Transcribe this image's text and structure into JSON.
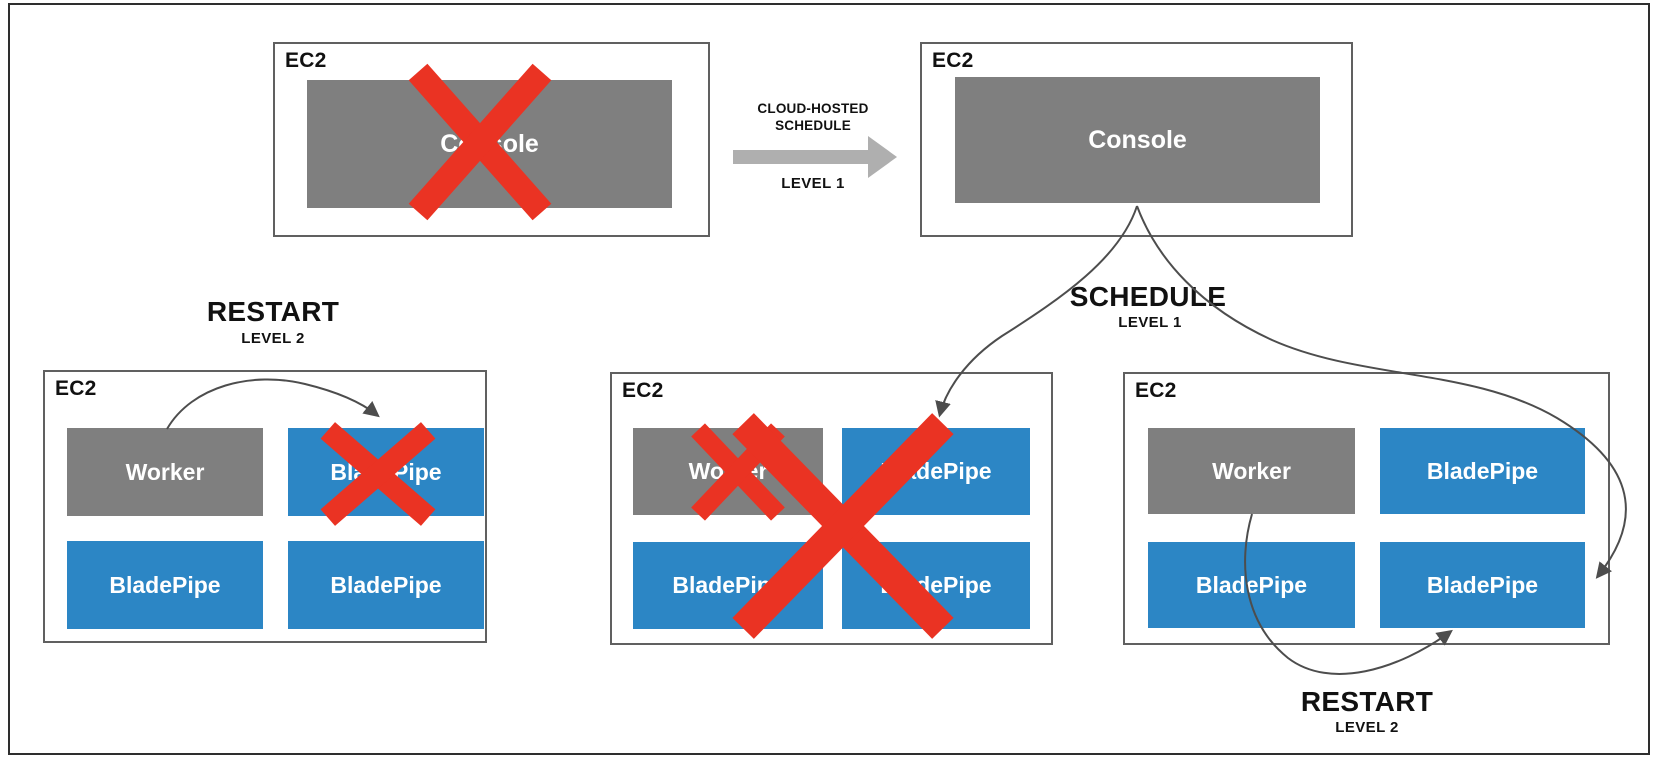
{
  "diagram_title": "BladePipe high-availability failover scheduling on EC2",
  "colors": {
    "component_blue": "#2c86c5",
    "component_gray": "#7f7f7f",
    "failure_red": "#ea3323",
    "flow_arrow_gray": "#afafaf",
    "connector_gray": "#4d4d4d"
  },
  "icons": {
    "failure_x": "red diagonal cross (failed component)",
    "flow_arrow": "thick gray right arrow",
    "connector": "thin curved arrow"
  },
  "instances": {
    "console_failed": {
      "label": "EC2",
      "component": "Console",
      "status": "failed"
    },
    "console_active": {
      "label": "EC2",
      "component": "Console",
      "status": "running"
    },
    "left": {
      "label": "EC2",
      "cells": [
        "Worker",
        "BladePipe",
        "BladePipe",
        "BladePipe"
      ],
      "failed_cells": [
        "top-right BladePipe"
      ]
    },
    "middle": {
      "label": "EC2",
      "cells": [
        "Worker",
        "BladePipe",
        "BladePipe",
        "BladePipe"
      ],
      "failed_cells": [
        "Worker",
        "whole instance"
      ]
    },
    "right": {
      "label": "EC2",
      "cells": [
        "Worker",
        "BladePipe",
        "BladePipe",
        "BladePipe"
      ],
      "failed_cells": []
    }
  },
  "labels": {
    "transition_line1": "CLOUD-HOSTED",
    "transition_line2": "SCHEDULE",
    "transition_level": "LEVEL 1",
    "schedule_title": "SCHEDULE",
    "schedule_level": "LEVEL 1",
    "restart_left_title": "RESTART",
    "restart_left_level": "LEVEL 2",
    "restart_right_title": "RESTART",
    "restart_right_level": "LEVEL 2"
  }
}
